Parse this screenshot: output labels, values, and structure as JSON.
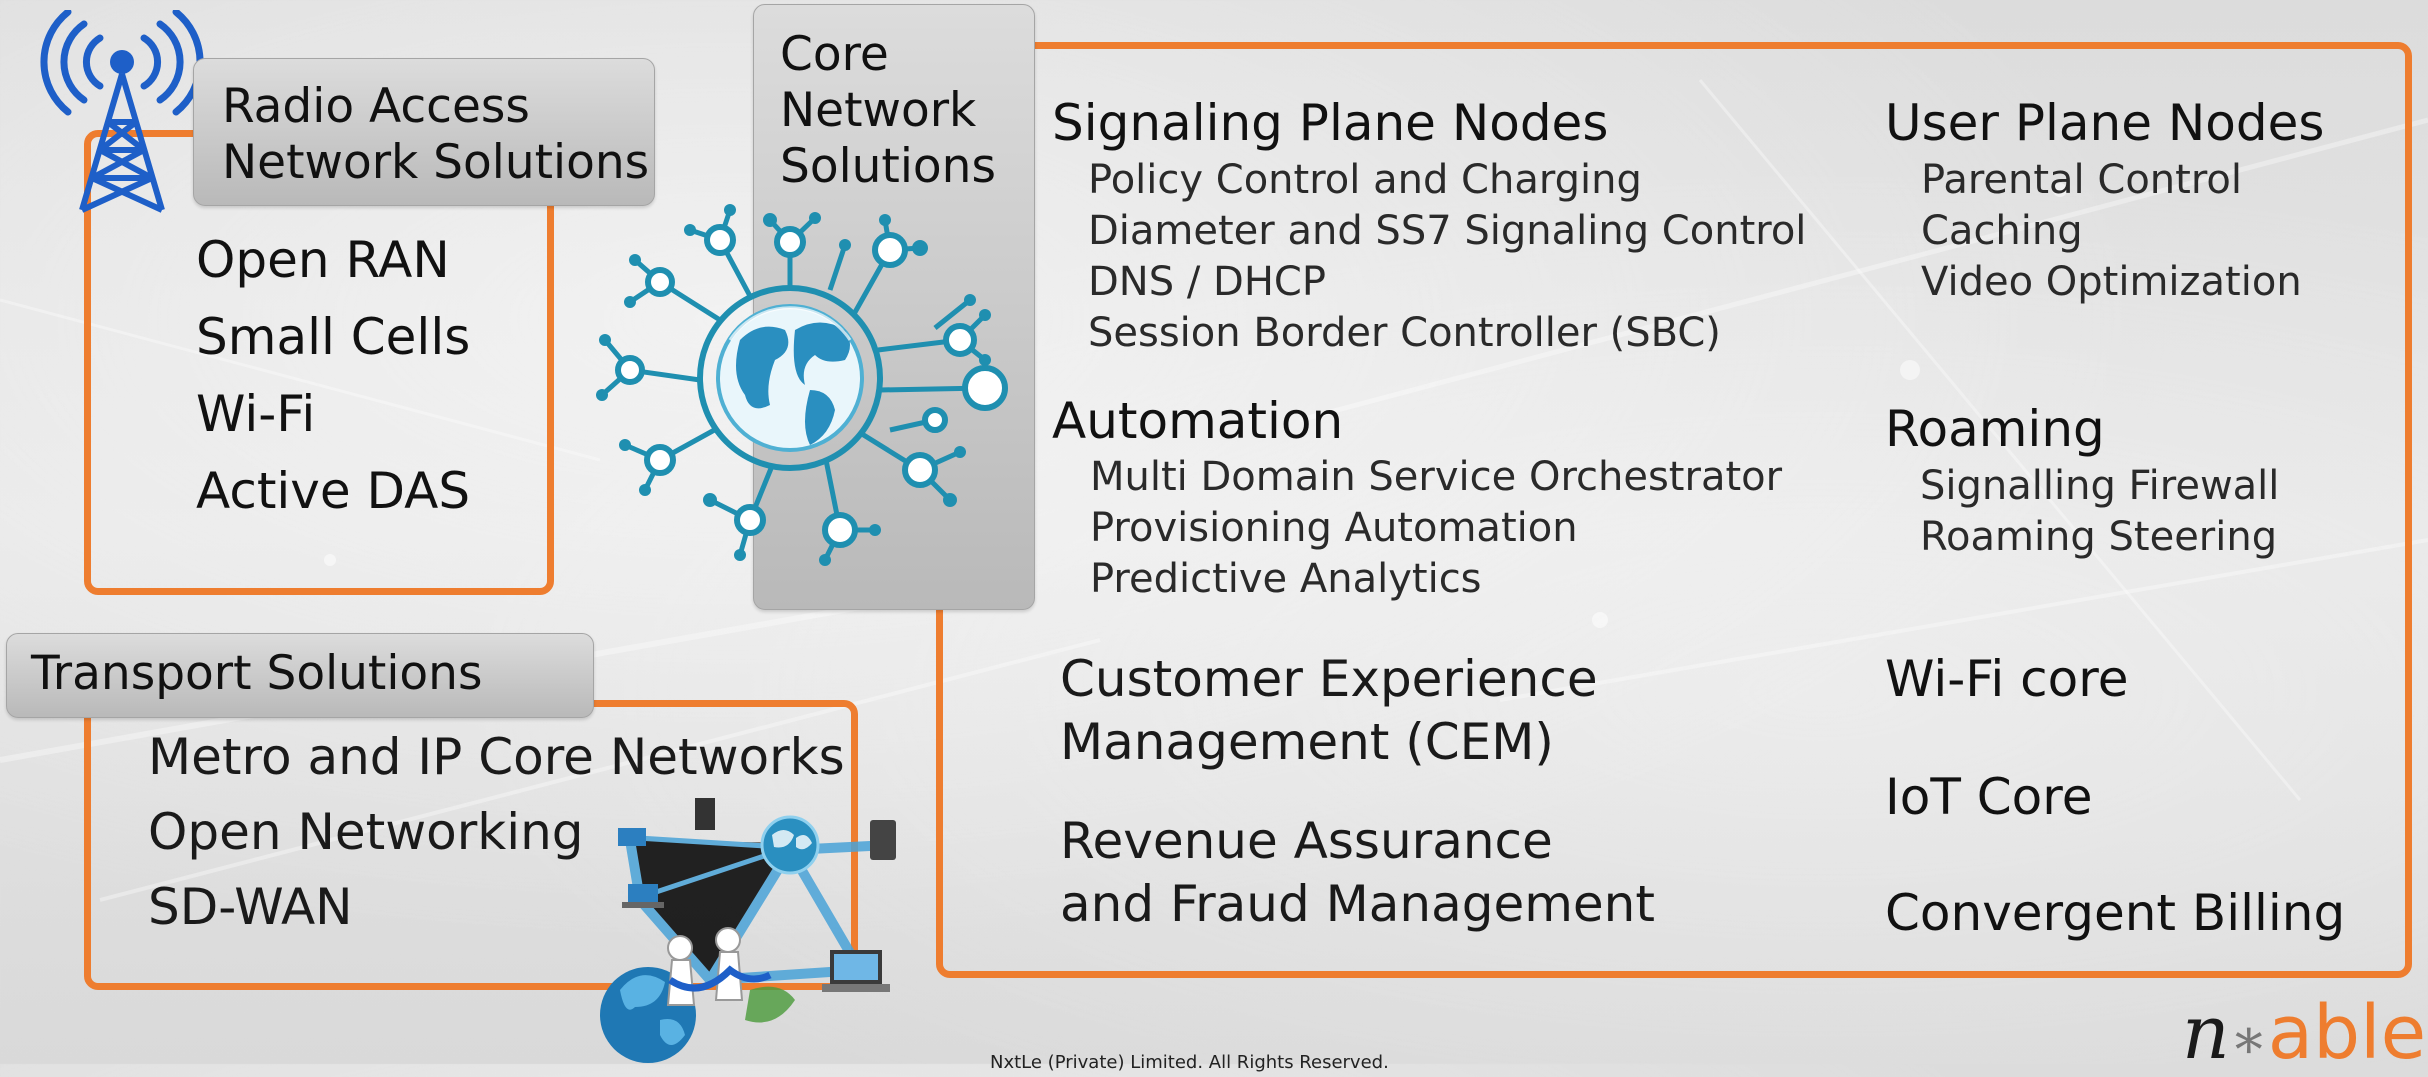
{
  "ran": {
    "title_lines": [
      "Radio Access",
      "Network Solutions"
    ],
    "items": [
      "Open RAN",
      "Small Cells",
      "Wi-Fi",
      "Active DAS"
    ]
  },
  "core": {
    "title_lines": [
      "Core",
      "Network",
      "Solutions"
    ],
    "signaling": {
      "heading": "Signaling Plane Nodes",
      "items": [
        "Policy Control and Charging",
        "Diameter and SS7 Signaling Control",
        "DNS / DHCP",
        "Session Border Controller (SBC)"
      ]
    },
    "user_plane": {
      "heading": "User Plane Nodes",
      "items": [
        "Parental Control",
        "Caching",
        "Video Optimization"
      ]
    },
    "automation": {
      "heading": "Automation",
      "items": [
        "Multi Domain Service Orchestrator",
        "Provisioning Automation",
        "Predictive Analytics"
      ]
    },
    "roaming": {
      "heading": "Roaming",
      "items": [
        "Signalling Firewall",
        "Roaming Steering"
      ]
    },
    "cem": {
      "lines": [
        "Customer Experience",
        "Management (CEM)"
      ]
    },
    "revenue": {
      "lines": [
        "Revenue Assurance",
        "and Fraud Management"
      ]
    },
    "wifi_core": "Wi-Fi core",
    "iot_core": "IoT Core",
    "billing": "Convergent Billing"
  },
  "transport": {
    "title": "Transport Solutions",
    "items": [
      "Metro and IP Core Networks",
      "Open Networking",
      "SD-WAN"
    ]
  },
  "footer": {
    "copyright": "NxtLe (Private) Limited. All Rights Reserved.",
    "logo_text_n": "n",
    "logo_text_star": "∗",
    "logo_text_able": "able"
  },
  "colors": {
    "orange": "#ee7d2f",
    "teal": "#1f8fb0",
    "icon_blue": "#1e5fc8",
    "grey_label": "#c4c4c4"
  }
}
